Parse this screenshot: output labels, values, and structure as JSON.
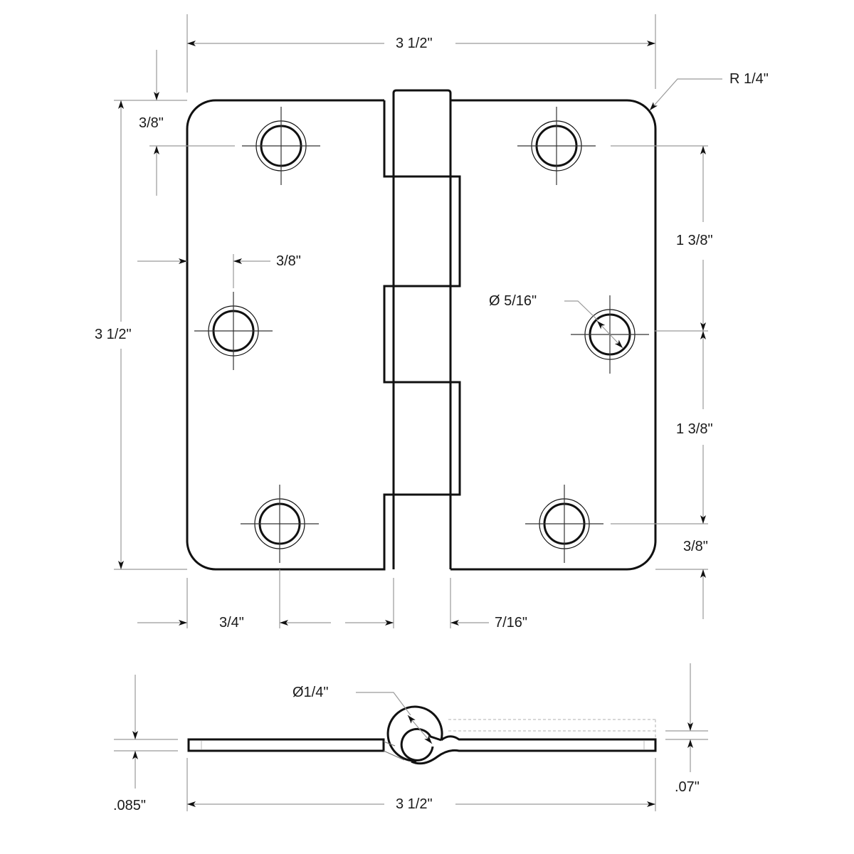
{
  "diagram": {
    "type": "technical-drawing",
    "subject": "Butt hinge with round corners",
    "colors": {
      "outline": "#111111",
      "dimension_line": "#9a9a9a",
      "hidden_line": "#c8c8c8",
      "background": "#ffffff"
    },
    "front_view": {
      "dimensions": {
        "overall_width": "3 1/2\"",
        "overall_height": "3 1/2\"",
        "corner_radius": "R 1/4\"",
        "top_hole_edge_offset": "3/8\"",
        "side_hole_edge_offset": "3/8\"",
        "right_upper_hole_spacing": "1 3/8\"",
        "right_lower_hole_spacing": "1 3/8\"",
        "bottom_hole_edge_offset": "3/8\"",
        "hole_diameter": "Ø 5/16\"",
        "bottom_hole_to_knuckle": "3/4\"",
        "knuckle_width": "7/16\""
      },
      "holes": [
        {
          "leaf": "left",
          "position": "top"
        },
        {
          "leaf": "left",
          "position": "middle"
        },
        {
          "leaf": "left",
          "position": "bottom"
        },
        {
          "leaf": "right",
          "position": "top"
        },
        {
          "leaf": "right",
          "position": "middle"
        },
        {
          "leaf": "right",
          "position": "bottom"
        }
      ],
      "knuckles": 5
    },
    "side_view": {
      "dimensions": {
        "overall_width": "3 1/2\"",
        "pin_diameter": "Ø1/4\"",
        "leaf_thickness_left": ".085\"",
        "leaf_thickness_right": ".07\""
      }
    }
  }
}
